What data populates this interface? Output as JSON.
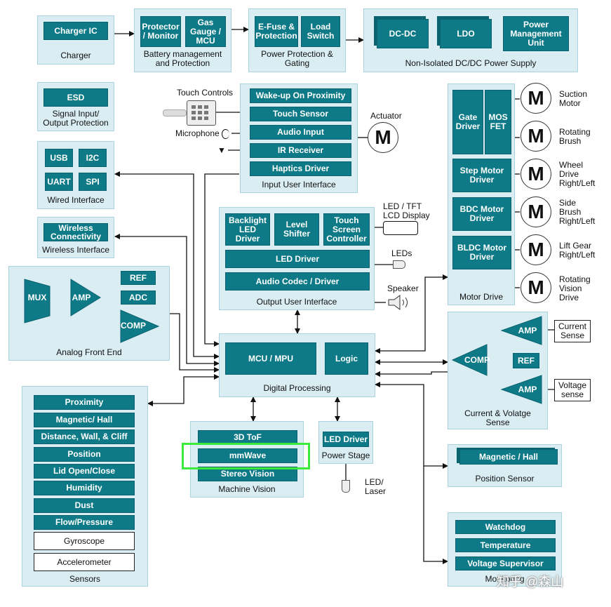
{
  "charger": {
    "ic": "Charger IC",
    "caption": "Charger"
  },
  "battery": {
    "protector": "Protector\n/ Monitor",
    "gauge": "Gas\nGauge /\nMCU",
    "caption": "Battery management\nand Protection"
  },
  "power_protection": {
    "efuse": "E-Fuse &\nProtection",
    "load_switch": "Load\nSwitch",
    "caption": "Power Protection &\nGating"
  },
  "dcdc": {
    "dc_dc": "DC-DC",
    "ldo": "LDO",
    "pmu": "Power\nManagement\nUnit",
    "caption": "Non-Isolated DC/DC Power Supply"
  },
  "esd": {
    "block": "ESD",
    "caption": "Signal Input/\nOutput Protection"
  },
  "wired": {
    "usb": "USB",
    "i2c": "I2C",
    "uart": "UART",
    "spi": "SPI",
    "caption": "Wired Interface"
  },
  "wireless": {
    "block": "Wireless\nConnectivity",
    "caption": "Wireless Interface"
  },
  "afe": {
    "mux": "MUX",
    "amp": "AMP",
    "ref": "REF",
    "adc": "ADC",
    "comp": "COMP",
    "caption": "Analog Front End"
  },
  "input_ui": {
    "items": [
      "Wake-up On Proximity",
      "Touch Sensor",
      "Audio Input",
      "IR Receiver",
      "Haptics Driver"
    ],
    "caption": "Input User Interface",
    "touch_controls": "Touch Controls",
    "microphone": "Microphone",
    "actuator": "Actuator",
    "motor_symbol": "M"
  },
  "output_ui": {
    "backlight": "Backlight\nLED Driver",
    "level_shifter": "Level\nShifter",
    "touch_ctrl": "Touch\nScreen\nController",
    "led_driver": "LED Driver",
    "audio_codec": "Audio Codec / Driver",
    "caption": "Output User Interface",
    "lcd": "LED / TFT\nLCD Display",
    "leds": "LEDs",
    "speaker": "Speaker"
  },
  "digital": {
    "mcu": "MCU / MPU",
    "logic": "Logic",
    "caption": "Digital Processing"
  },
  "motor_drive": {
    "gate": "Gate\nDriver",
    "mosfet": "MOS\nFET",
    "step": "Step Motor\nDriver",
    "bdc": "BDC Motor\nDriver",
    "bldc": "BLDC Motor\nDriver",
    "caption": "Motor Drive",
    "motors": [
      "Suction\nMotor",
      "Rotating\nBrush",
      "Wheel\nDrive\nRight/Left",
      "Side\nBrush\nRight/Left",
      "Lift Gear\nRight/Left",
      "Rotating\nVision\nDrive"
    ]
  },
  "current_sense": {
    "amp1": "AMP",
    "amp2": "AMP",
    "comp": "COMP",
    "ref": "REF",
    "current": "Current\nSense",
    "voltage": "Voltage\nsense",
    "caption": "Current & Volatge\nSense"
  },
  "sensors": {
    "items": [
      "Proximity",
      "Magnetic/ Hall",
      "Distance, Wall, & Cliff",
      "Position",
      "Lid Open/Close",
      "Humidity",
      "Dust",
      "Flow/Pressure"
    ],
    "white_items": [
      "Gyroscope",
      "Accelerometer"
    ],
    "caption": "Sensors"
  },
  "machine_vision": {
    "tof": "3D ToF",
    "mmwave": "mmWave",
    "stereo": "Stereo Vision",
    "caption": "Machine Vision"
  },
  "power_stage": {
    "led_driver": "LED Driver",
    "caption": "Power Stage",
    "led_laser": "LED/\nLaser"
  },
  "position_sensor": {
    "block": "Magnetic / Hall",
    "caption": "Position Sensor"
  },
  "monitoring": {
    "items": [
      "Watchdog",
      "Temperature",
      "Voltage Supervisor"
    ],
    "caption": "Monitoring"
  },
  "watermark": "知乎 @森山"
}
